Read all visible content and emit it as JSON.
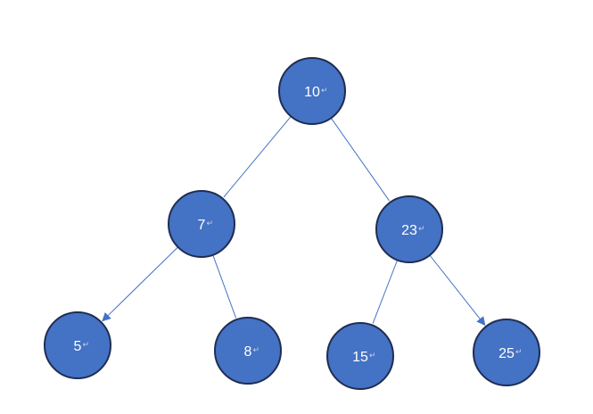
{
  "diagram": {
    "type": "binary-tree",
    "colors": {
      "node_fill": "#4472c4",
      "node_stroke": "#1f2d52",
      "edge": "#4472c4",
      "label": "#ffffff",
      "return_mark": "#c9d3ea"
    },
    "return_mark_glyph": "↵",
    "nodes": [
      {
        "id": "n10",
        "label": "10"
      },
      {
        "id": "n7",
        "label": "7"
      },
      {
        "id": "n23",
        "label": "23"
      },
      {
        "id": "n5",
        "label": "5"
      },
      {
        "id": "n8",
        "label": "8"
      },
      {
        "id": "n15",
        "label": "15"
      },
      {
        "id": "n25",
        "label": "25"
      }
    ],
    "edges": [
      {
        "from": "n10",
        "to": "n7",
        "arrow": false
      },
      {
        "from": "n10",
        "to": "n23",
        "arrow": false
      },
      {
        "from": "n7",
        "to": "n5",
        "arrow": true
      },
      {
        "from": "n7",
        "to": "n8",
        "arrow": false
      },
      {
        "from": "n23",
        "to": "n15",
        "arrow": false
      },
      {
        "from": "n23",
        "to": "n25",
        "arrow": true
      }
    ]
  }
}
